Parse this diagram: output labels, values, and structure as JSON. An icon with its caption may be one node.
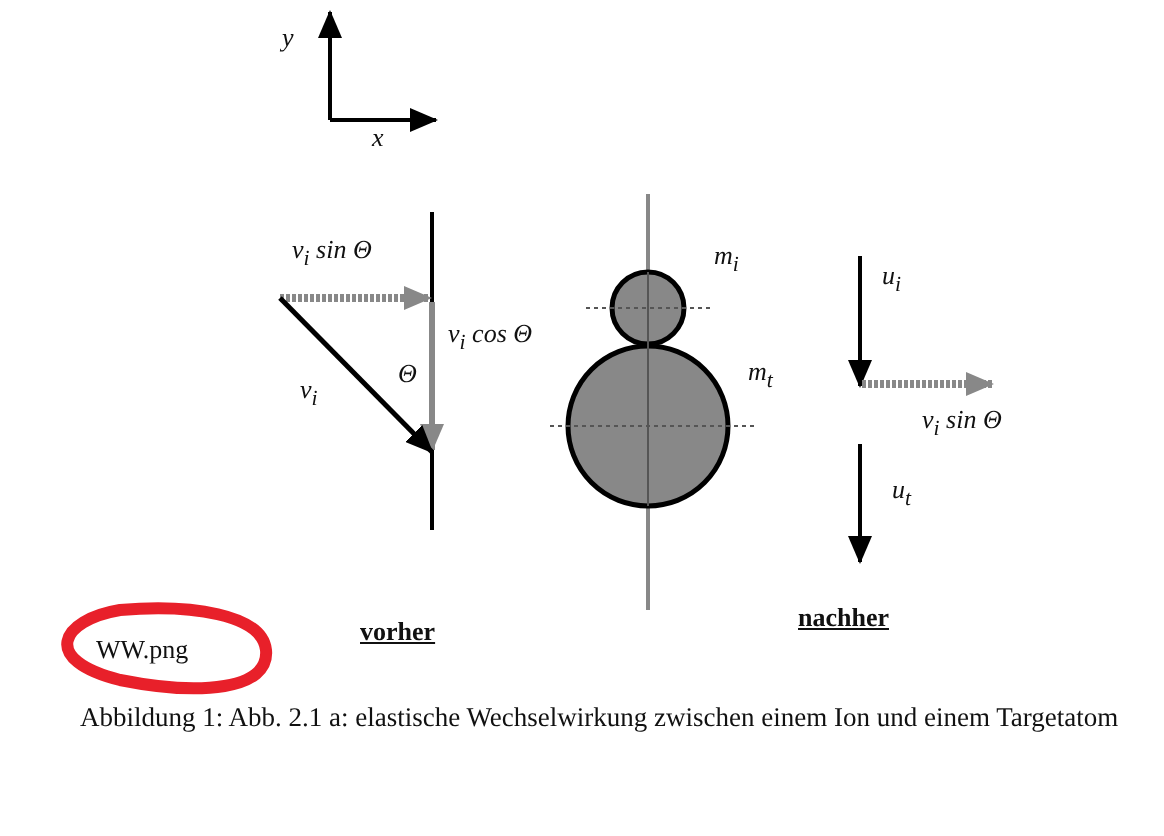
{
  "diagram": {
    "caption": "Abbildung 1: Abb. 2.1 a: elastische Wechselwirkung zwischen einem Ion und einem Targetatom",
    "labels": [
      "y",
      "x",
      "v$_{i}$ sin Θ",
      "m$_{i}$",
      "u$_{i}$",
      "v$_{i}$ cos Θ",
      "m$_{t}$",
      "Θ",
      "v$_{i}$",
      "v$_{i}$ sin Θ",
      "u$_{t}$",
      "vorher",
      "nachher",
      "WW.png"
    ]
  }
}
